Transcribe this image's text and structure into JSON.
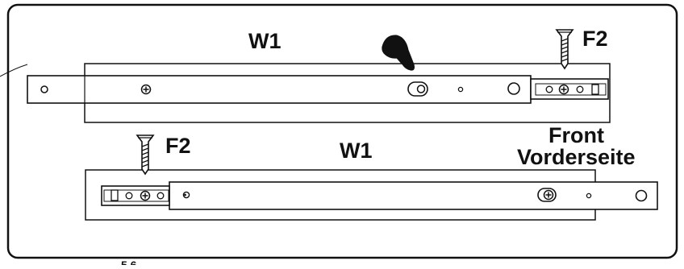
{
  "diagram": {
    "top_rail_label": "W1",
    "top_screw_label": "F2",
    "bottom_rail_label": "W1",
    "bottom_screw_label": "F2",
    "front_label": "Front",
    "front_label_de": "Vorderseite"
  },
  "icons": {
    "pointer": "pointing-hand-icon",
    "screw": "wood-screw-icon",
    "phillips_hole": "phillips-screw-hole-icon"
  },
  "colors": {
    "line": "#111111",
    "background": "#ffffff"
  }
}
